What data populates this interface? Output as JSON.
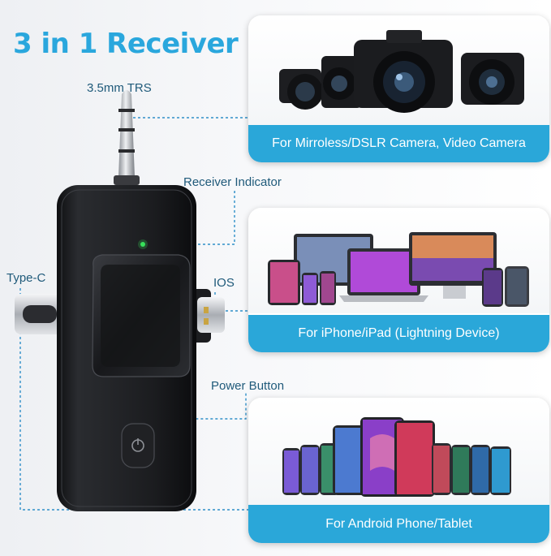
{
  "title": "3 in 1 Receiver",
  "labels": {
    "trs": "3.5mm TRS",
    "indicator": "Receiver Indicator",
    "type_c": "Type-C",
    "ios": "IOS",
    "power": "Power Button"
  },
  "cards": [
    {
      "caption": "For Mirroless/DSLR Camera, Video Camera"
    },
    {
      "caption": "For iPhone/iPad (Lightning Device)"
    },
    {
      "caption": "For Android Phone/Tablet"
    }
  ],
  "colors": {
    "accent": "#2aa7d9",
    "title": "#2aa7dd",
    "device": "#1a1b1e"
  }
}
